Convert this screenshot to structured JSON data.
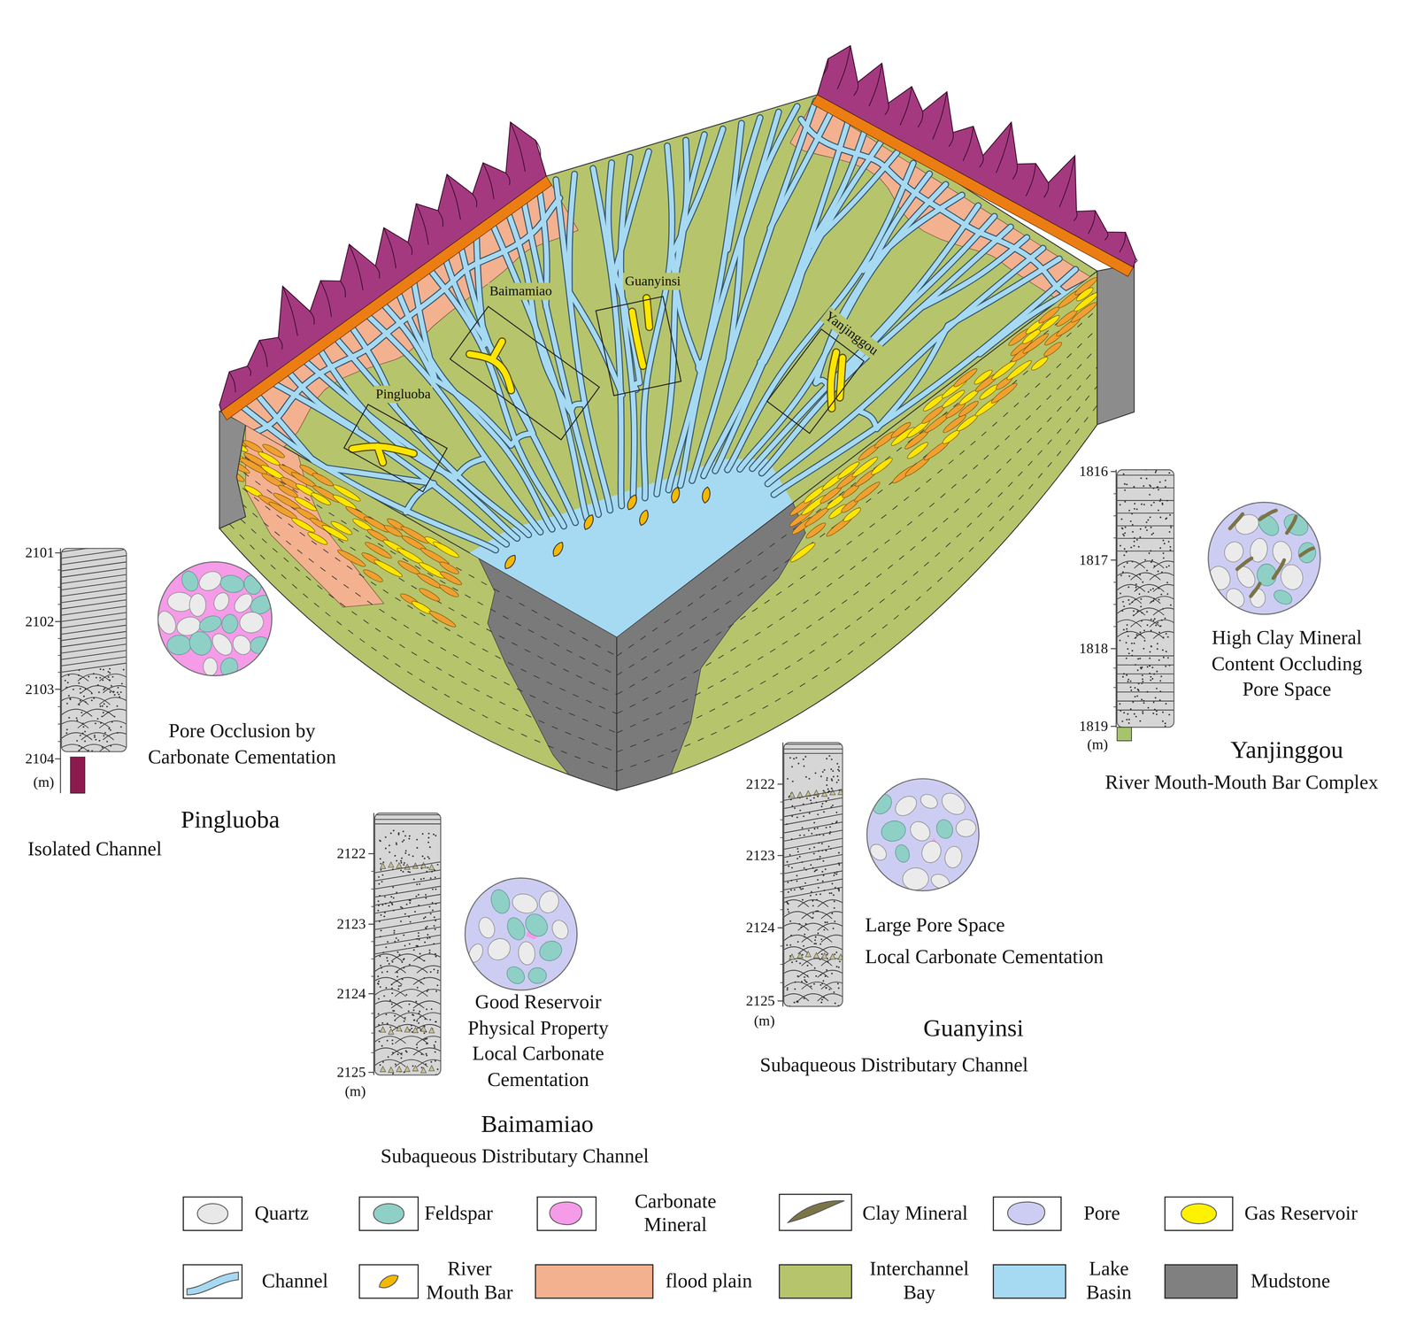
{
  "diagram": {
    "labels": [
      "Pingluoba",
      "Baimamiao",
      "Guanyinsi",
      "Yanjinggou",
      "2101",
      "2102",
      "2103",
      "2104",
      "(m)",
      "Pore Occlusion by Carbonate Cementation",
      "Pingluoba",
      "Isolated Channel",
      "2122",
      "2123",
      "2124",
      "2125",
      "(m)",
      "Good Reservoir Physical Property",
      "Local Carbonate Cementation",
      "Baimamiao",
      "Subaqueous Distributary Channel",
      "2122",
      "2123",
      "2124",
      "2125",
      "(m)",
      "Large Pore Space",
      "Local Carbonate Cementation",
      "Guanyinsi",
      "Subaqueous Distributary Channel",
      "1816",
      "1817",
      "1818",
      "1819",
      "(m)",
      "High Clay Mineral Content Occluding Pore Space",
      "Yanjinggou",
      "River Mouth-Mouth Bar Complex"
    ],
    "legend": [
      {
        "text": "Quartz",
        "color": "#e8e8e8"
      },
      {
        "text": "Feldspar",
        "color": "#8fd0c6"
      },
      {
        "text": "Carbonate Mineral",
        "color": "#f59be8"
      },
      {
        "text": "Clay Mineral",
        "color": "#7b7447"
      },
      {
        "text": "Pore",
        "color": "#cdcdf3"
      },
      {
        "text": "Gas Reservoir",
        "color": "#fff200"
      },
      {
        "text": "Channel",
        "color": "#a6d9f2"
      },
      {
        "text": "River Mouth Bar",
        "color": "#f5b800"
      },
      {
        "text": "flood plain",
        "color": "#f3b18f"
      },
      {
        "text": "Interchannel Bay",
        "color": "#b6c46c"
      },
      {
        "text": "Lake Basin",
        "color": "#a6d9f2"
      },
      {
        "text": "Mudstone",
        "color": "#808080"
      }
    ]
  }
}
